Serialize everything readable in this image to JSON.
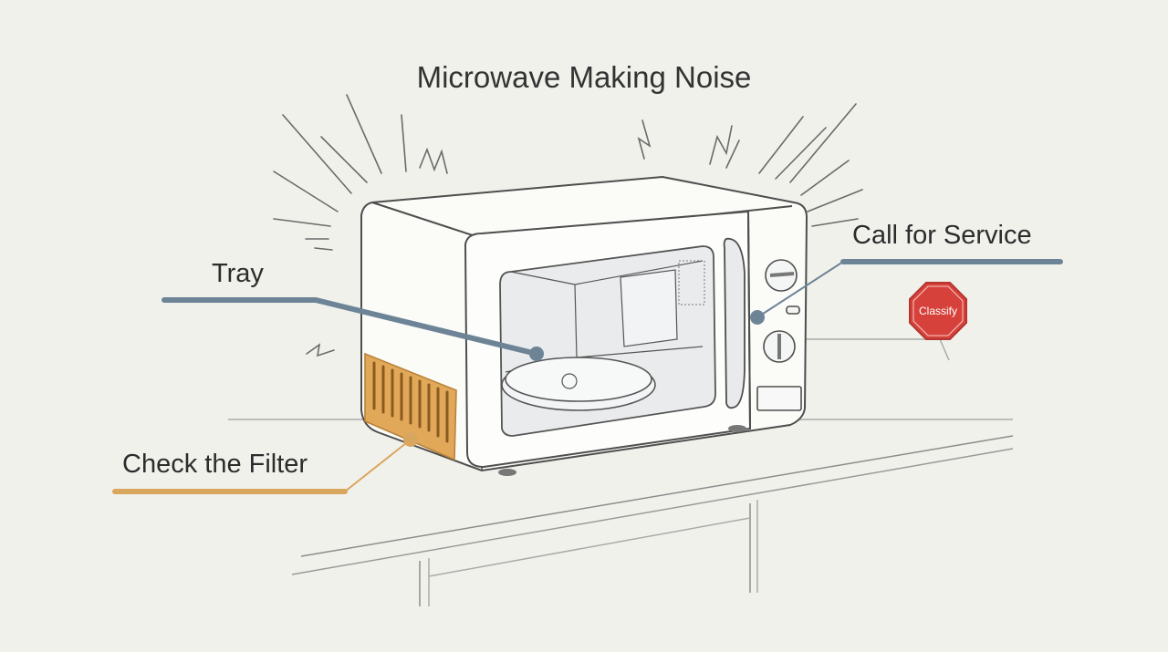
{
  "diagram": {
    "title": "Microwave Making Noise",
    "callouts": {
      "tray": "Tray",
      "filter": "Check the Filter",
      "service": "Call for Service"
    },
    "classify_button": "Classify"
  },
  "colors": {
    "background": "#f1f1ec",
    "line_blue": "#6d8497",
    "line_orange": "#d9a65e",
    "stop_red": "#d6423b",
    "sketch": "#5a5a5a"
  },
  "icons": [
    "noise-lines-icon",
    "stop-sign-icon",
    "vent-grille-icon",
    "turntable-icon",
    "dial-icon"
  ]
}
